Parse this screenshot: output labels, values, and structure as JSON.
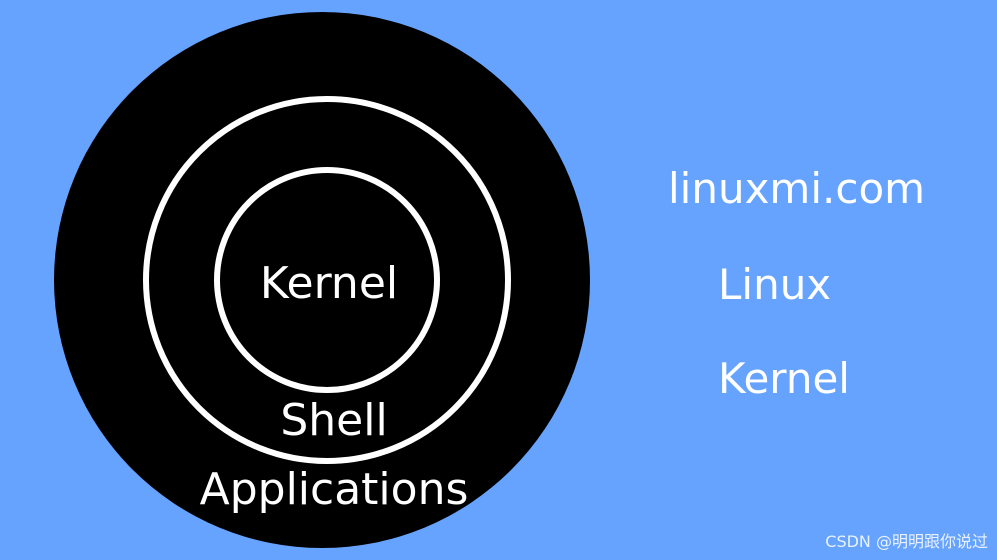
{
  "colors": {
    "background": "#66a3ff",
    "circle_fill": "#000000",
    "ring_stroke": "#ffffff",
    "text": "#ffffff"
  },
  "diagram": {
    "layers": [
      {
        "label": "Kernel"
      },
      {
        "label": "Shell"
      },
      {
        "label": "Applications"
      }
    ]
  },
  "side": {
    "items": [
      {
        "label": "linuxmi.com"
      },
      {
        "label": "Linux"
      },
      {
        "label": "Kernel"
      }
    ]
  },
  "watermark": "CSDN @明明跟你说过"
}
